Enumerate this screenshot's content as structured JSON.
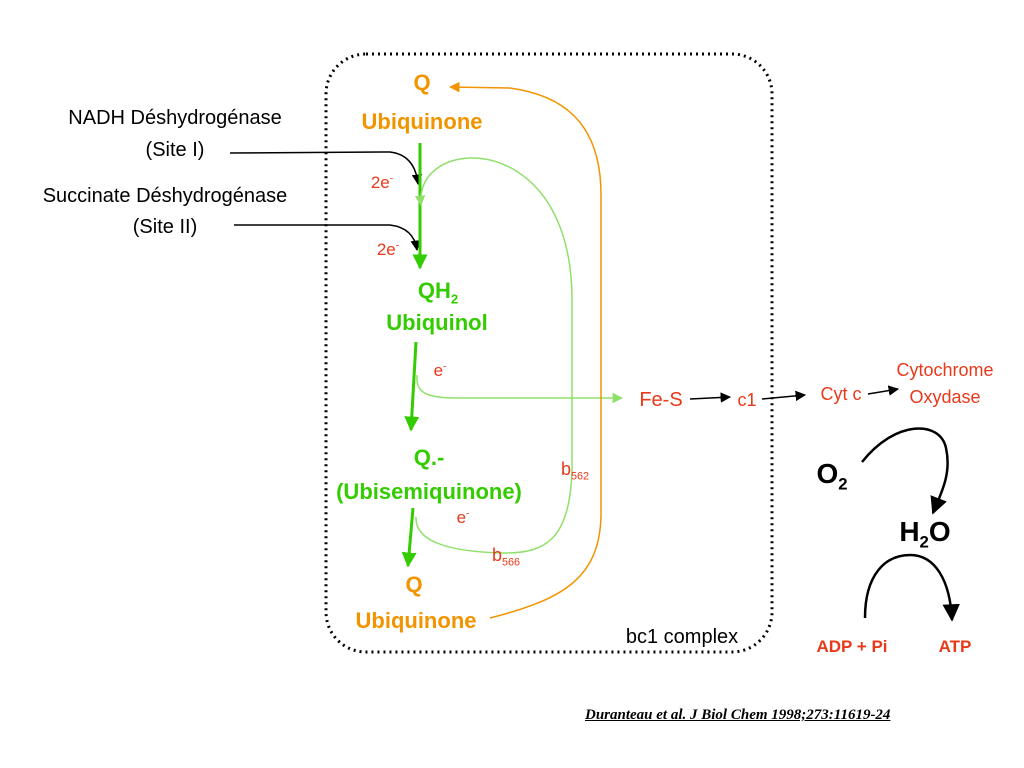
{
  "colors": {
    "orange": "#F29400",
    "green": "#33CC00",
    "light_green": "#8FE06A",
    "red": "#E8391A",
    "black": "#000000"
  },
  "complex_label": "bc1 complex",
  "inputs": {
    "nadh": {
      "line1": "NADH Déshydrogénase",
      "line2": "(Site I)"
    },
    "succinate": {
      "line1": "Succinate Déshydrogénase",
      "line2": "(Site II)"
    }
  },
  "electrons": {
    "two_e_1": {
      "base": "2e",
      "sup": "-"
    },
    "two_e_2": {
      "base": "2e",
      "sup": "-"
    },
    "e_1": {
      "base": "e",
      "sup": "-"
    },
    "e_2": {
      "base": "e",
      "sup": "-"
    }
  },
  "species": {
    "q_top": {
      "symbol": "Q",
      "name": "Ubiquinone"
    },
    "qh2": {
      "symbol_base": "QH",
      "symbol_sub": "2",
      "name": "Ubiquinol"
    },
    "semiquinone": {
      "symbol": "Q.-",
      "name": "(Ubisemiquinone)"
    },
    "q_bottom": {
      "symbol": "Q",
      "name": "Ubiquinone"
    }
  },
  "hemes": {
    "b562": {
      "base": "b",
      "sub": "562"
    },
    "b566": {
      "base": "b",
      "sub": "566"
    }
  },
  "chain": {
    "fes": "Fe-S",
    "c1": "c1",
    "cytc": "Cyt c",
    "oxidase_line1": "Cytochrome",
    "oxidase_line2": "Oxydase"
  },
  "oxygen": {
    "o2": {
      "base": "O",
      "sub": "2"
    },
    "h2o": {
      "base1": "H",
      "sub": "2",
      "base2": "O"
    }
  },
  "phosphorylation": {
    "adp": "ADP + Pi",
    "atp": "ATP"
  },
  "citation": "Duranteau et al. J Biol Chem 1998;273:11619-24"
}
